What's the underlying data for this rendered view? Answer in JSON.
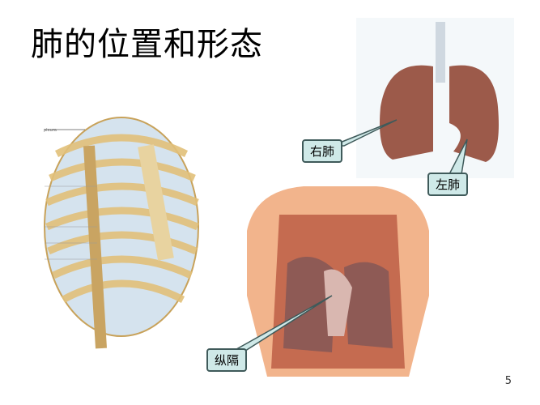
{
  "title": "肺的位置和形态",
  "labels": {
    "right_lung": "右肺",
    "left_lung": "左肺",
    "mediastinum": "纵隔",
    "pleura": "pleura"
  },
  "page_number": "5"
}
